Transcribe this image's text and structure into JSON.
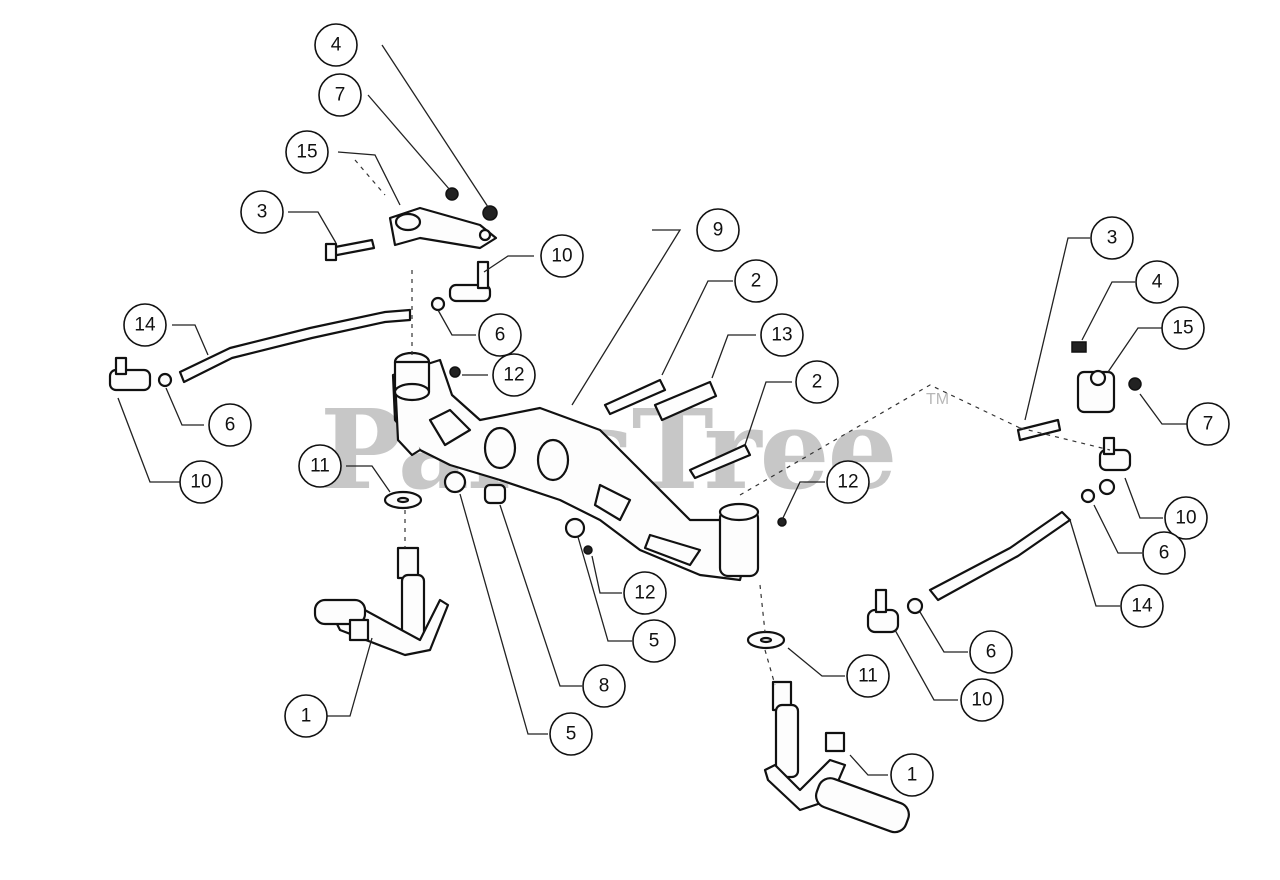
{
  "watermark": {
    "text": "PartsTree",
    "trademark": "TM"
  },
  "callouts": [
    {
      "id": "c4a",
      "label": "4"
    },
    {
      "id": "c7a",
      "label": "7"
    },
    {
      "id": "c15a",
      "label": "15"
    },
    {
      "id": "c3a",
      "label": "3"
    },
    {
      "id": "c10a",
      "label": "10"
    },
    {
      "id": "c9",
      "label": "9"
    },
    {
      "id": "c2a",
      "label": "2"
    },
    {
      "id": "c13",
      "label": "13"
    },
    {
      "id": "c14a",
      "label": "14"
    },
    {
      "id": "c6a",
      "label": "6"
    },
    {
      "id": "c12a",
      "label": "12"
    },
    {
      "id": "c6b",
      "label": "6"
    },
    {
      "id": "c10b",
      "label": "10"
    },
    {
      "id": "c11a",
      "label": "11"
    },
    {
      "id": "c2b",
      "label": "2"
    },
    {
      "id": "c12b",
      "label": "12"
    },
    {
      "id": "c3b",
      "label": "3"
    },
    {
      "id": "c4b",
      "label": "4"
    },
    {
      "id": "c15b",
      "label": "15"
    },
    {
      "id": "c7b",
      "label": "7"
    },
    {
      "id": "c10c",
      "label": "10"
    },
    {
      "id": "c6c",
      "label": "6"
    },
    {
      "id": "c14b",
      "label": "14"
    },
    {
      "id": "c12c",
      "label": "12"
    },
    {
      "id": "c5a",
      "label": "5"
    },
    {
      "id": "c8",
      "label": "8"
    },
    {
      "id": "c6d",
      "label": "6"
    },
    {
      "id": "c11b",
      "label": "11"
    },
    {
      "id": "c10d",
      "label": "10"
    },
    {
      "id": "c1a",
      "label": "1"
    },
    {
      "id": "c5b",
      "label": "5"
    },
    {
      "id": "c1b",
      "label": "1"
    }
  ]
}
